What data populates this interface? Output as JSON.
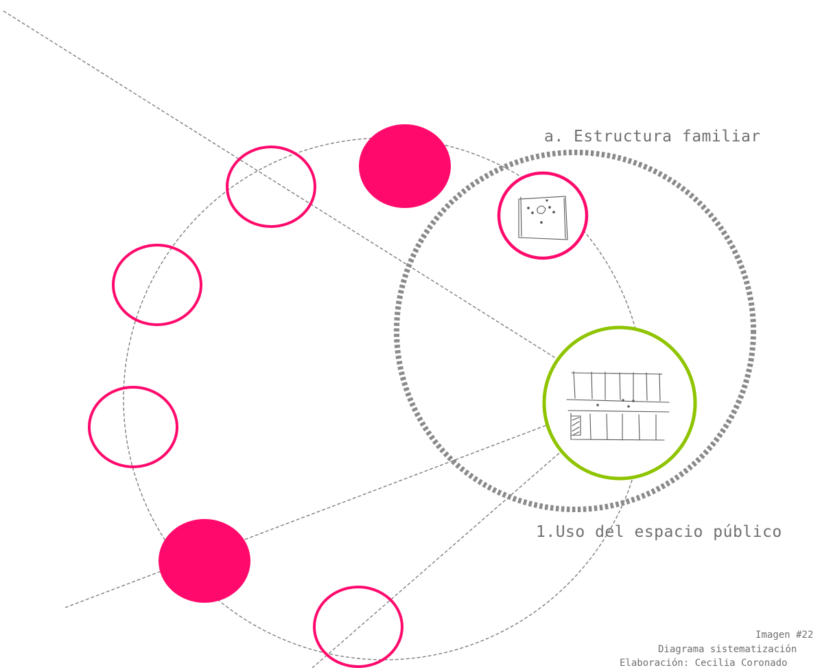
{
  "labels": {
    "family_structure": "a. Estructura familiar",
    "public_space_use": "1.Uso del espacio público"
  },
  "caption": {
    "image_number": "Imagen #22",
    "description": "Diagrama sistematización",
    "credit": "Elaboración: Cecilia Coronado"
  },
  "colors": {
    "accent_magenta": "#ff0a6c",
    "accent_green": "#8ec400",
    "dashed_gray": "#7d7d7d",
    "dotted_gray": "#8a8a8a",
    "sketch_ink": "#555555"
  }
}
